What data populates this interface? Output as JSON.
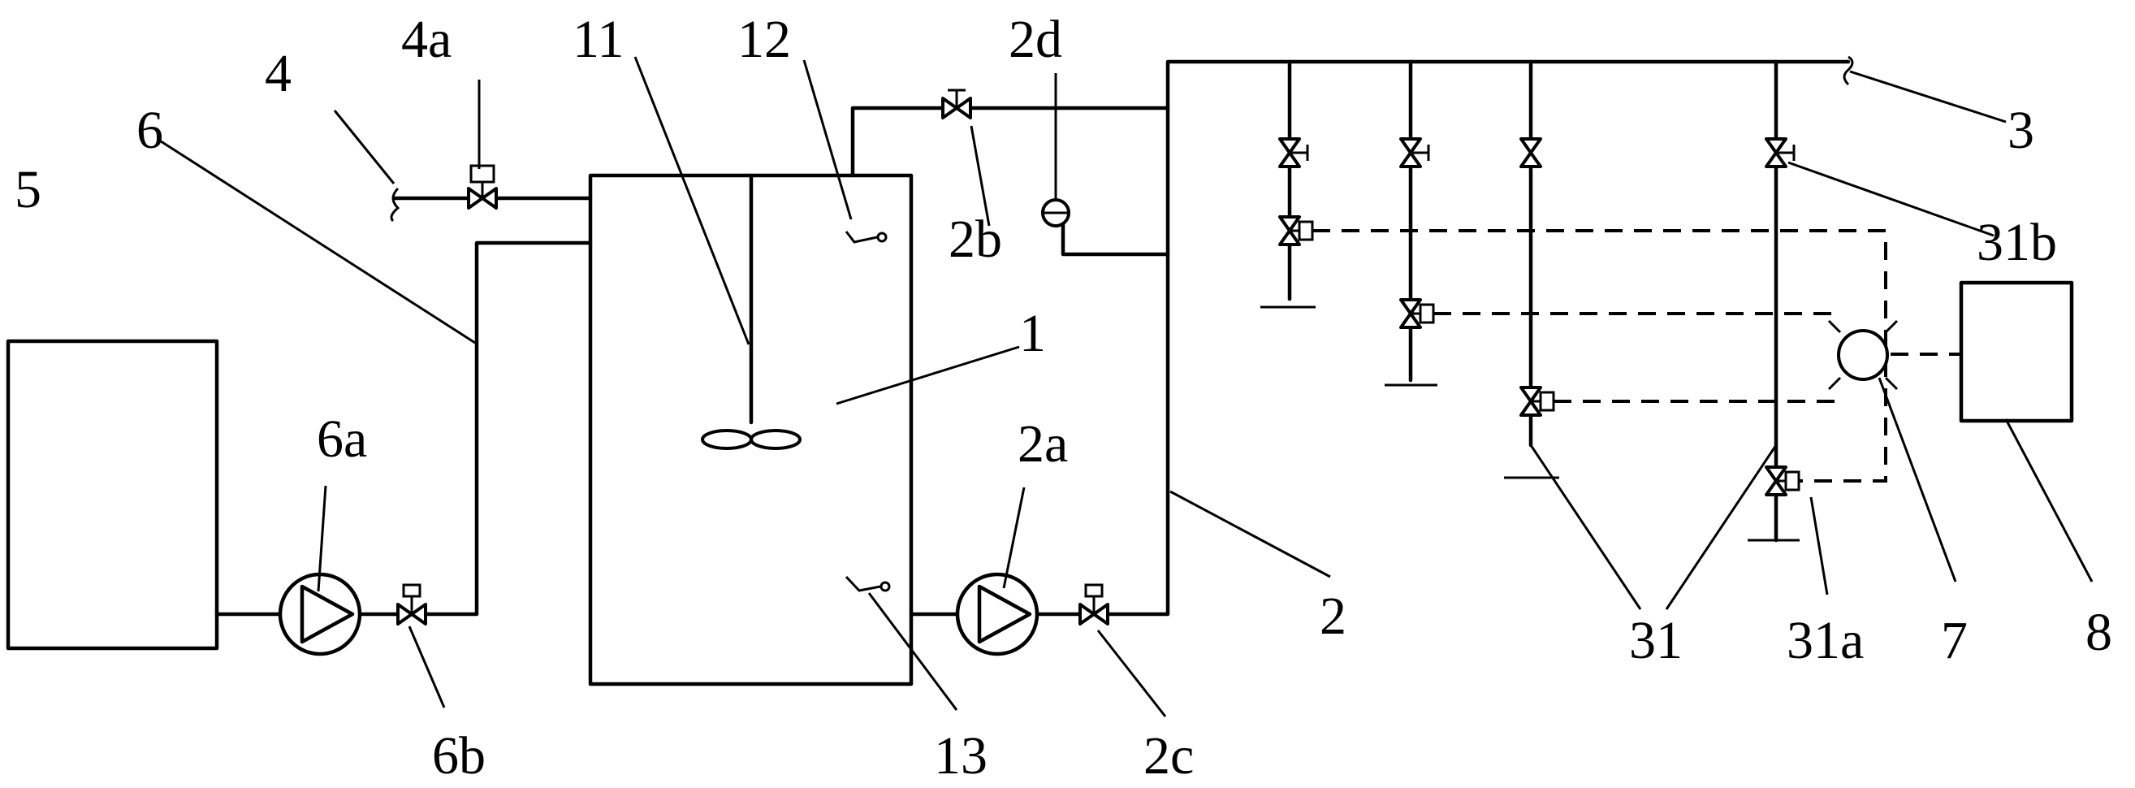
{
  "labels": {
    "l1": "1",
    "l2": "2",
    "l2a": "2a",
    "l2b": "2b",
    "l2c": "2c",
    "l2d": "2d",
    "l3": "3",
    "l31": "31",
    "l31a": "31a",
    "l31b": "31b",
    "l4": "4",
    "l4a": "4a",
    "l5": "5",
    "l6": "6",
    "l6a": "6a",
    "l6b": "6b",
    "l7": "7",
    "l8": "8",
    "l11": "11",
    "l12": "12",
    "l13": "13"
  }
}
